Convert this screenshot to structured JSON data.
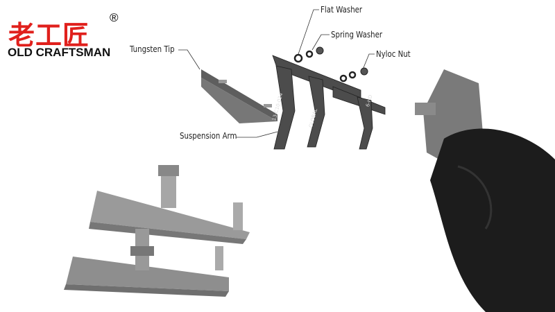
{
  "brand": {
    "name_cn": "老工匠",
    "registered_mark": "®",
    "name_en": "OLD CRAFTSMAN",
    "color": "#e0201c"
  },
  "diagram": {
    "labels": {
      "flat_washer": "Flat Washer",
      "spring_washer": "Spring Washer",
      "nyloc_nut": "Nyloc Nut",
      "tungsten_tip": "Tungsten Tip",
      "suspension_arm": "Suspension Arm"
    },
    "arm_markings": [
      "13-C10-024",
      "GLOBAL",
      "6-HD"
    ]
  }
}
